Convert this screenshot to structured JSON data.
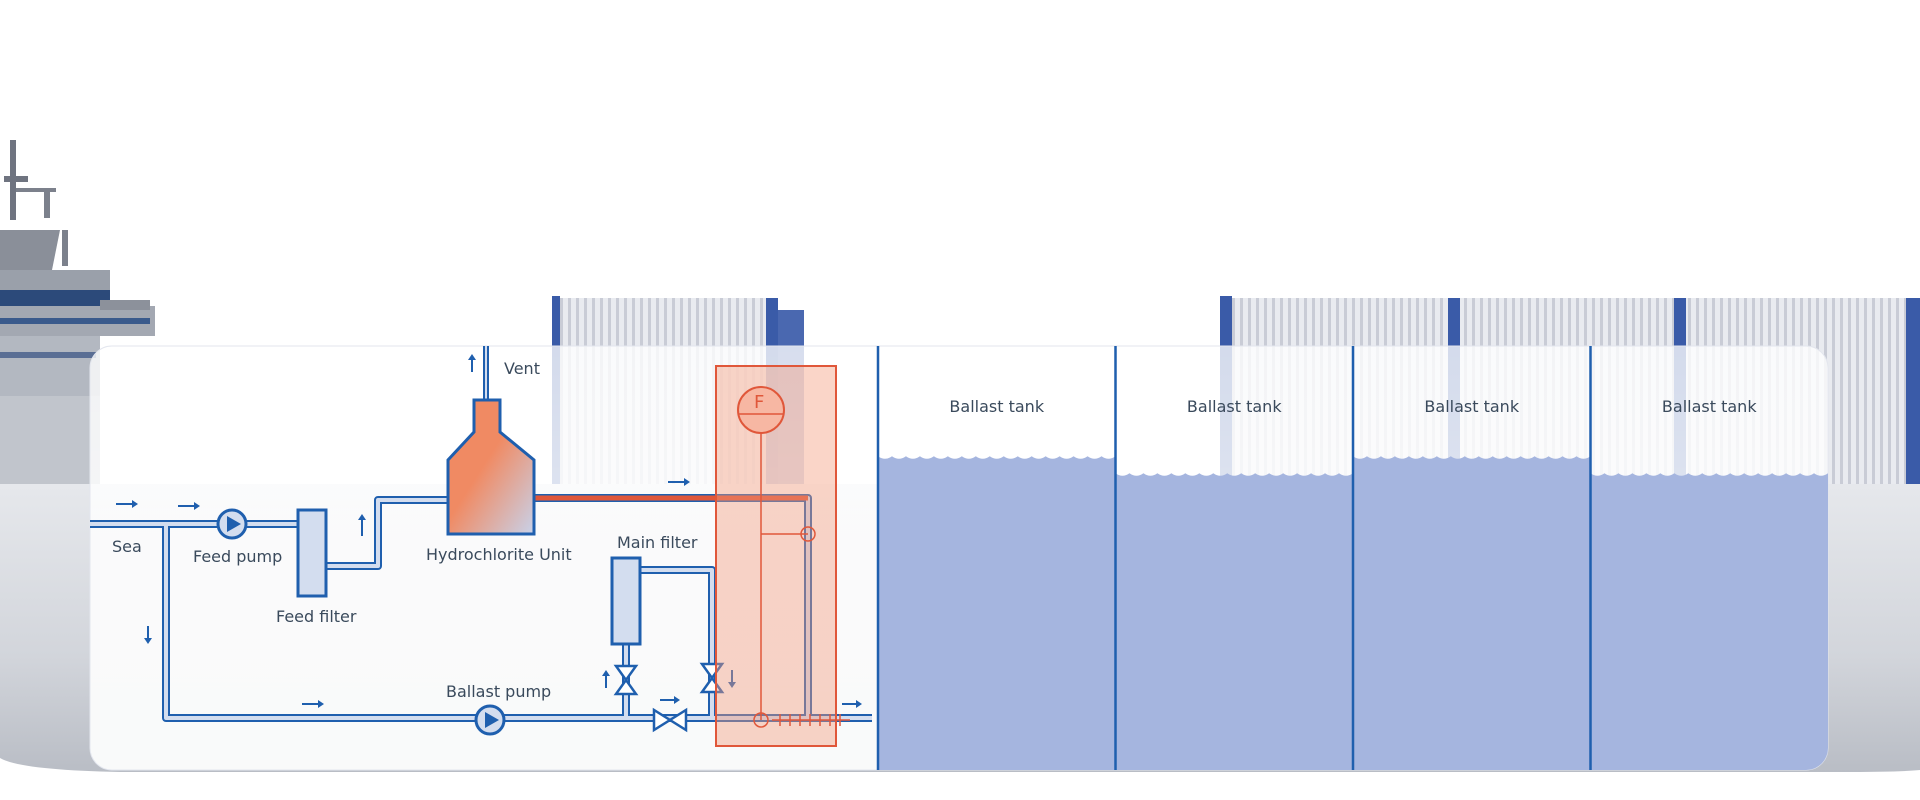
{
  "diagram": {
    "colors": {
      "pipe": "#1f5fae",
      "pipe_fill": "#d3ddef",
      "water": "#a5b5df",
      "hull": "#cfd3da",
      "highlight": "#f39a7d",
      "highlight_line": "#e0573a",
      "container": "#7f8aa8"
    },
    "labels": {
      "sea": "Sea",
      "feed_pump": "Feed pump",
      "feed_filter": "Feed filter",
      "hydrochlorite_unit": "Hydrochlorite Unit",
      "vent": "Vent",
      "main_filter": "Main filter",
      "ballast_pump": "Ballast pump",
      "flow_meter": "F"
    },
    "tanks": [
      {
        "label": "Ballast tank",
        "fill": 0.74
      },
      {
        "label": "Ballast tank",
        "fill": 0.7
      },
      {
        "label": "Ballast tank",
        "fill": 0.74
      },
      {
        "label": "Ballast tank",
        "fill": 0.7
      }
    ],
    "icons": [
      "pump-icon",
      "valve-icon",
      "flow-arrow-icon",
      "flow-meter-icon"
    ]
  }
}
